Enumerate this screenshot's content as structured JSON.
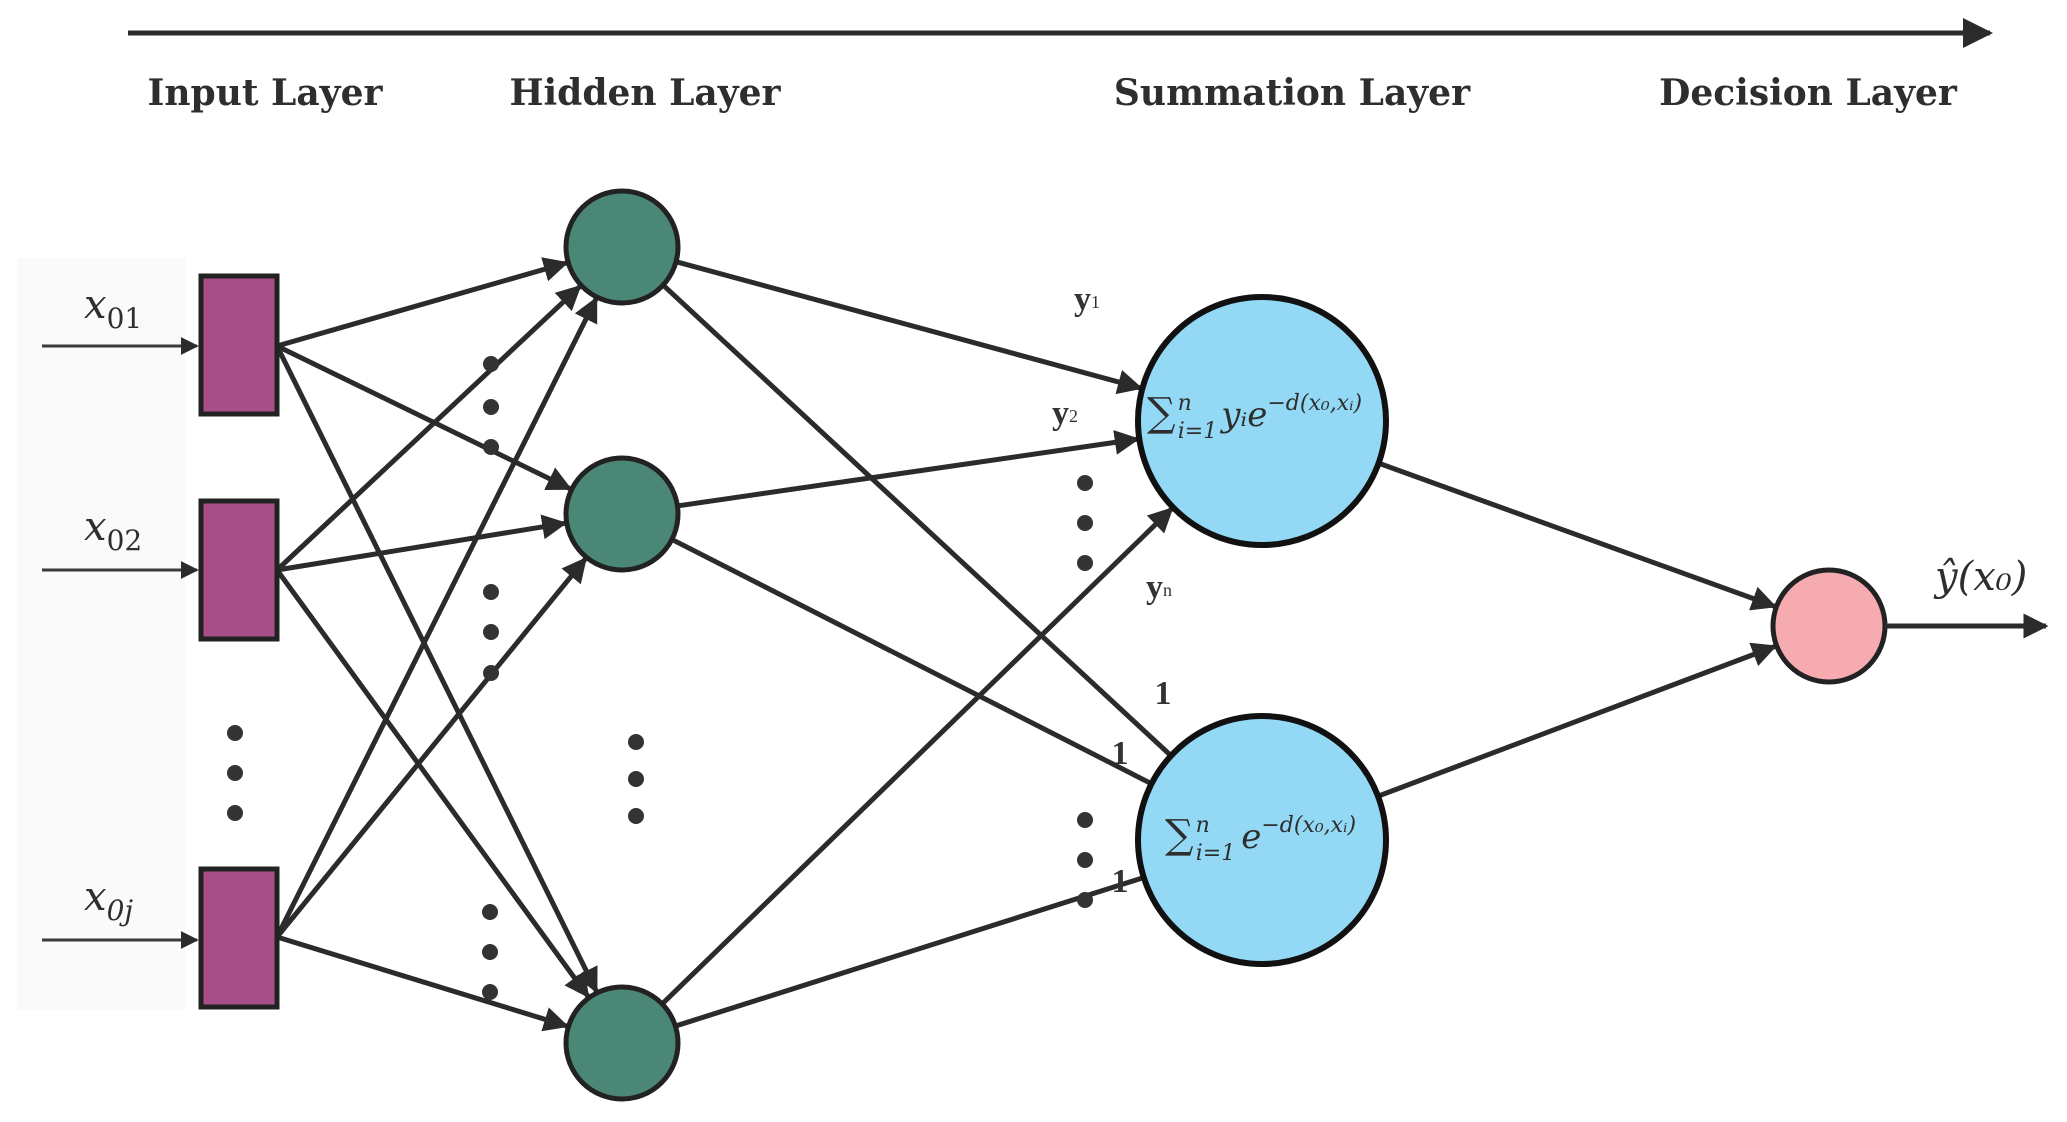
{
  "diagram": {
    "title_arrow": "flow-direction",
    "layers": [
      {
        "id": "input",
        "label": "Input Layer"
      },
      {
        "id": "hidden",
        "label": "Hidden Layer"
      },
      {
        "id": "summation",
        "label": "Summation Layer"
      },
      {
        "id": "decision",
        "label": "Decision Layer"
      }
    ],
    "inputs": [
      {
        "base": "x",
        "sub": "01"
      },
      {
        "base": "x",
        "sub": "02"
      },
      {
        "base": "x",
        "sub": "0j"
      }
    ],
    "summation_nodes": [
      {
        "formula": {
          "sigma": "∑",
          "sub": "i=1",
          "sup": "n",
          "body": "yᵢe",
          "exp": "−d(x₀,xᵢ)"
        }
      },
      {
        "formula": {
          "sigma": "∑",
          "sub": "i=1",
          "sup": "n",
          "body": "e",
          "exp": "−d(x₀,xᵢ)"
        }
      }
    ],
    "edge_labels": {
      "y1": {
        "base": "y",
        "sub": "1"
      },
      "y2": {
        "base": "y",
        "sub": "2"
      },
      "yn": {
        "base": "y",
        "sub": "n"
      },
      "one_a": "1",
      "one_b": "1",
      "one_c": "1"
    },
    "output": {
      "label": "ŷ(x₀)"
    },
    "colors": {
      "input_node": "#A84F8A",
      "hidden_node": "#4A8777",
      "summation_node": "#93D9F5",
      "decision_node": "#F5ABB0",
      "line": "#2B2B2B",
      "input_panel": "#FAFAFA"
    }
  }
}
